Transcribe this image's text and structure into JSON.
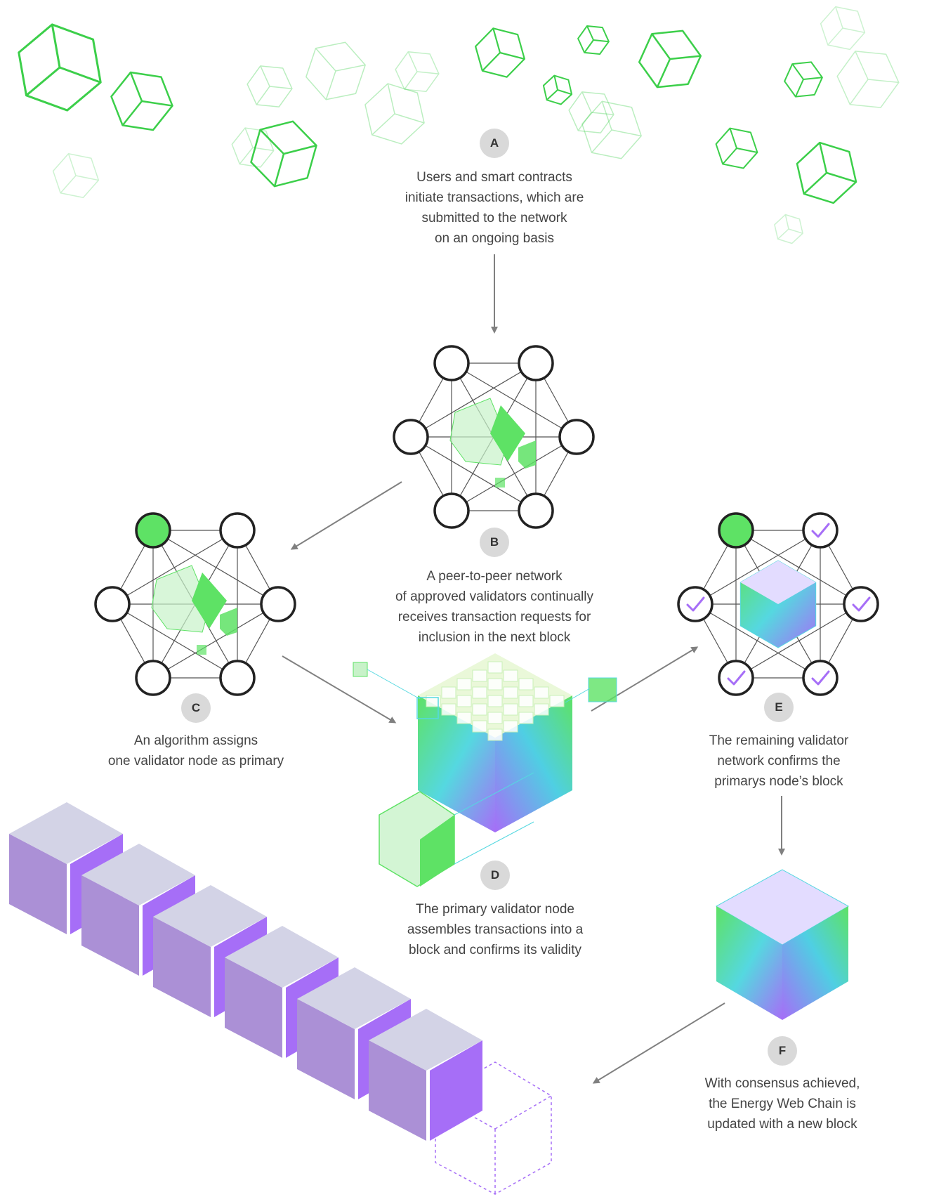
{
  "colors": {
    "green": "#5ee265",
    "light_green": "#c8f2c9",
    "purple": "#a66ef7",
    "lavender": "#d3d3e6",
    "arrow": "#808080",
    "badge_bg": "#d9d9d9",
    "text": "#444444"
  },
  "steps": [
    {
      "id": "A",
      "lines": [
        "Users and smart contracts",
        "initiate transactions, which are",
        "submitted to the network",
        "on an ongoing basis"
      ]
    },
    {
      "id": "B",
      "lines": [
        "A peer-to-peer network",
        "of approved validators continually",
        "receives transaction requests for",
        "inclusion in the next block"
      ]
    },
    {
      "id": "C",
      "lines": [
        "An algorithm assigns",
        "one validator node as primary"
      ]
    },
    {
      "id": "D",
      "lines": [
        "The primary validator node",
        "assembles transactions into a",
        "block and confirms its validity"
      ]
    },
    {
      "id": "E",
      "lines": [
        "The remaining validator",
        "network confirms the",
        "primarys node’s block"
      ]
    },
    {
      "id": "F",
      "lines": [
        "With consensus achieved,",
        "the Energy Web Chain is",
        "updated with a new block"
      ]
    }
  ],
  "icons": {
    "floating_blocks": "wireframe-cube-icon",
    "network": "validator-network-icon",
    "primary_node": "primary-node-icon",
    "confirmed_node": "checkmark-node-icon",
    "new_block": "gradient-block-icon",
    "chain": "blockchain-icon",
    "pending_block": "dashed-block-icon"
  }
}
